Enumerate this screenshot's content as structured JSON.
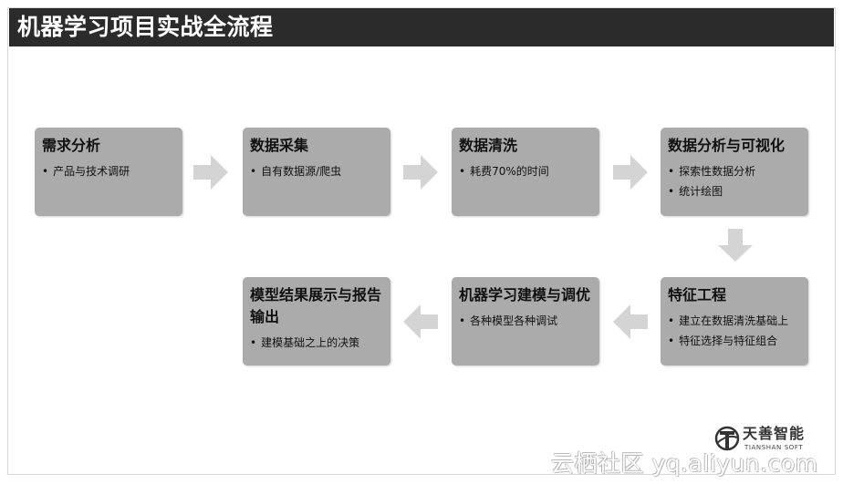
{
  "title": "机器学习项目实战全流程",
  "steps": [
    {
      "title": "需求分析",
      "items": [
        "产品与技术调研"
      ]
    },
    {
      "title": "数据采集",
      "items": [
        "自有数据源/爬虫"
      ]
    },
    {
      "title": "数据清洗",
      "items": [
        "耗费70%的时间"
      ]
    },
    {
      "title": "数据分析与可视化",
      "items": [
        "探索性数据分析",
        "统计绘图"
      ]
    },
    {
      "title": "特征工程",
      "items": [
        "建立在数据清洗基础上",
        "特征选择与特征组合"
      ]
    },
    {
      "title": "机器学习建模与调优",
      "items": [
        "各种模型各种调试"
      ]
    },
    {
      "title": "模型结果展示与报告输出",
      "items": [
        "建模基础之上的决策"
      ]
    }
  ],
  "logo": {
    "name": "天善智能",
    "sub": "TIANSHAN SOFT"
  },
  "watermark": "云栖社区 yq.aliyun.com",
  "colors": {
    "title_bar": "#2b2b2b",
    "box": "#ababab",
    "arrow": "#d4d4d4"
  }
}
